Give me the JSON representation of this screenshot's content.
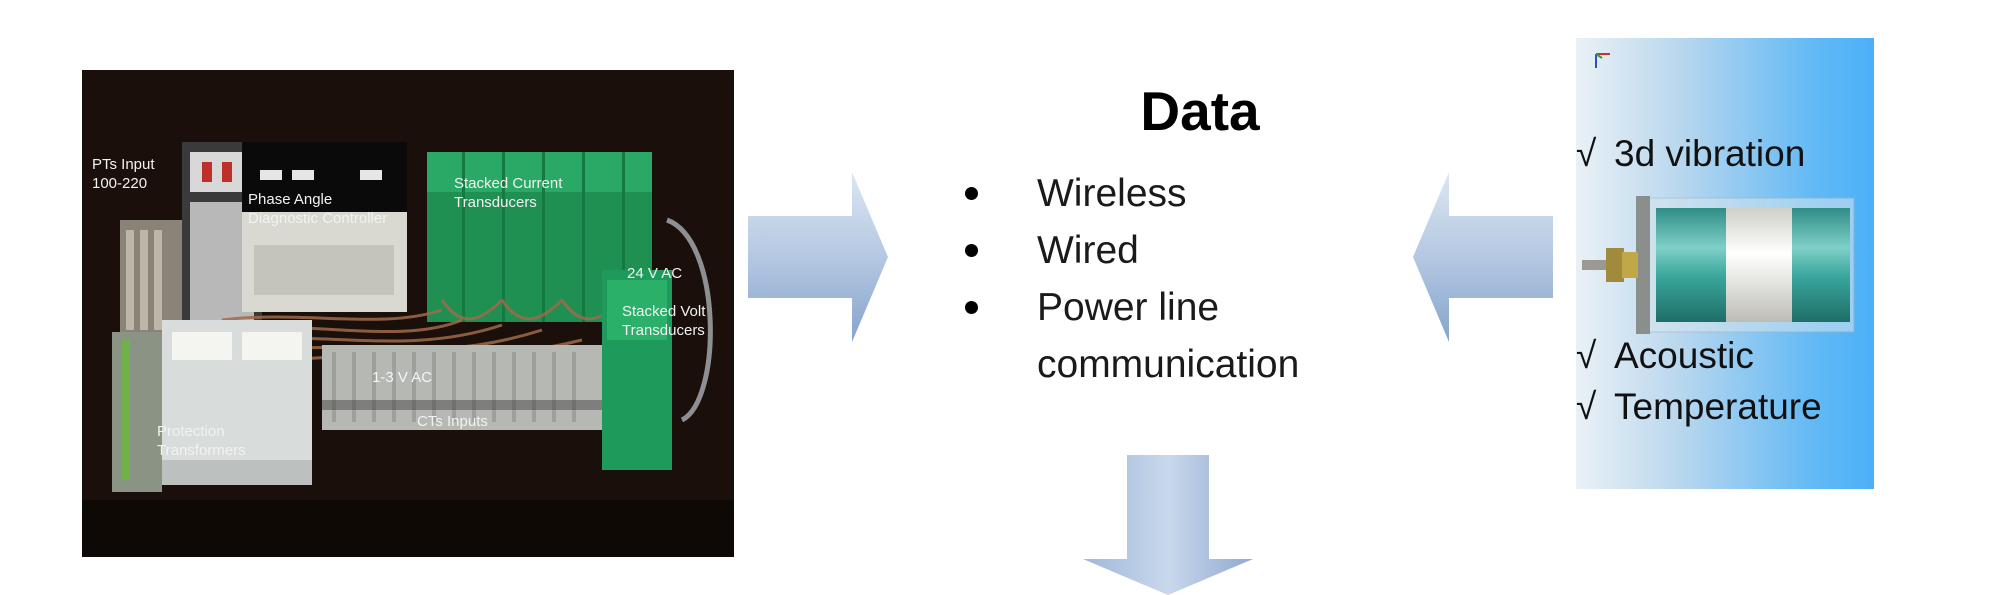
{
  "photo": {
    "labels": {
      "pts_input": "PTs Input\n100-220",
      "phase_angle": "Phase Angle\nDiagnostic Controller",
      "stacked_current": "Stacked Current\nTransducers",
      "vac_24": "24 V AC",
      "stacked_volt": "Stacked Volt\nTransducers",
      "vac_13": "1-3 V AC",
      "cts_inputs": "CTs Inputs",
      "protection": "Protection\nTransformers"
    }
  },
  "center": {
    "title": "Data",
    "items": [
      "Wireless",
      "Wired",
      "Power line communication"
    ]
  },
  "sensor_panel": {
    "checkmark": "√",
    "items": [
      "3d vibration",
      "Acoustic",
      "Temperature"
    ]
  },
  "colors": {
    "arrow_light": "#c6d6ea",
    "arrow_dark": "#7f9fc8",
    "panel_blue": "#4cb0f8",
    "module_green": "#1e9a5a"
  }
}
